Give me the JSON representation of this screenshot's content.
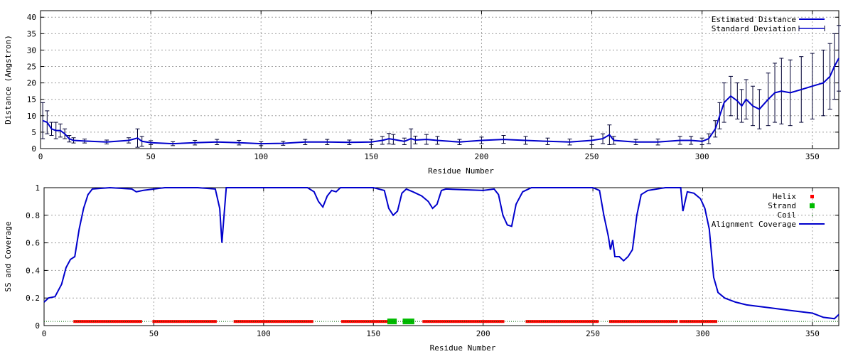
{
  "colors": {
    "distance": "#0000cc",
    "helix": "#ff0000",
    "strand": "#00bb00",
    "coil": "#006600",
    "coverage": "#0000cc",
    "grid": "#a0a0a0"
  },
  "chart_data": [
    {
      "type": "line",
      "xlabel": "Residue Number",
      "ylabel": "Distance (Angstron)",
      "xlim": [
        0,
        362
      ],
      "ylim": [
        0,
        42
      ],
      "xticks": [
        "0",
        "50",
        "100",
        "150",
        "200",
        "250",
        "300",
        "350"
      ],
      "yticks": [
        "0",
        "5",
        "10",
        "15",
        "20",
        "25",
        "30",
        "35",
        "40"
      ],
      "legend_position": "top-right",
      "grid": true,
      "series": [
        {
          "name": "Estimated Distance",
          "style": "line",
          "points": [
            [
              1,
              8.5
            ],
            [
              3,
              8
            ],
            [
              5,
              6
            ],
            [
              7,
              5.5
            ],
            [
              9,
              5.5
            ],
            [
              11,
              4.5
            ],
            [
              13,
              3
            ],
            [
              15,
              2.5
            ],
            [
              20,
              2.3
            ],
            [
              30,
              2
            ],
            [
              40,
              2.5
            ],
            [
              44,
              3.2
            ],
            [
              46,
              2.2
            ],
            [
              50,
              1.8
            ],
            [
              60,
              1.5
            ],
            [
              70,
              1.8
            ],
            [
              80,
              2
            ],
            [
              90,
              1.8
            ],
            [
              100,
              1.5
            ],
            [
              110,
              1.6
            ],
            [
              120,
              2
            ],
            [
              130,
              2
            ],
            [
              140,
              1.9
            ],
            [
              150,
              2
            ],
            [
              155,
              2.5
            ],
            [
              158,
              3
            ],
            [
              160,
              2.8
            ],
            [
              165,
              2.2
            ],
            [
              168,
              3
            ],
            [
              170,
              2.6
            ],
            [
              175,
              2.8
            ],
            [
              180,
              2.5
            ],
            [
              190,
              2
            ],
            [
              200,
              2.5
            ],
            [
              210,
              2.8
            ],
            [
              220,
              2.5
            ],
            [
              230,
              2.2
            ],
            [
              240,
              2
            ],
            [
              250,
              2.5
            ],
            [
              255,
              3
            ],
            [
              258,
              4.2
            ],
            [
              260,
              2.5
            ],
            [
              270,
              2
            ],
            [
              280,
              2
            ],
            [
              290,
              2.5
            ],
            [
              295,
              2.5
            ],
            [
              300,
              2.2
            ],
            [
              303,
              3
            ],
            [
              306,
              6
            ],
            [
              308,
              10
            ],
            [
              310,
              14
            ],
            [
              313,
              16
            ],
            [
              316,
              14.5
            ],
            [
              318,
              13
            ],
            [
              320,
              15
            ],
            [
              323,
              13
            ],
            [
              326,
              12
            ],
            [
              330,
              15
            ],
            [
              333,
              17
            ],
            [
              336,
              17.5
            ],
            [
              340,
              17
            ],
            [
              345,
              18
            ],
            [
              350,
              19
            ],
            [
              355,
              20
            ],
            [
              358,
              22
            ],
            [
              360,
              25
            ],
            [
              362,
              27.5
            ]
          ]
        },
        {
          "name": "Standard Deviation",
          "style": "errorbar",
          "points": [
            [
              1,
              8.5,
              5.5
            ],
            [
              3,
              8,
              3.5
            ],
            [
              5,
              6,
              2
            ],
            [
              7,
              5.5,
              2.5
            ],
            [
              9,
              5.5,
              2
            ],
            [
              11,
              4.5,
              1.5
            ],
            [
              13,
              3,
              1
            ],
            [
              15,
              2.5,
              0.8
            ],
            [
              20,
              2.3,
              0.6
            ],
            [
              30,
              2,
              0.6
            ],
            [
              40,
              2.5,
              0.8
            ],
            [
              44,
              3.2,
              2.8
            ],
            [
              46,
              2.2,
              1.5
            ],
            [
              50,
              1.8,
              0.6
            ],
            [
              60,
              1.5,
              0.6
            ],
            [
              70,
              1.8,
              0.7
            ],
            [
              80,
              2,
              0.8
            ],
            [
              90,
              1.8,
              0.7
            ],
            [
              100,
              1.5,
              0.6
            ],
            [
              110,
              1.6,
              0.6
            ],
            [
              120,
              2,
              0.8
            ],
            [
              130,
              2,
              0.8
            ],
            [
              140,
              1.9,
              0.7
            ],
            [
              150,
              2,
              0.8
            ],
            [
              155,
              2.5,
              1.2
            ],
            [
              158,
              3,
              1.6
            ],
            [
              160,
              2.8,
              1.5
            ],
            [
              165,
              2.2,
              1
            ],
            [
              168,
              3,
              3
            ],
            [
              170,
              2.6,
              1.2
            ],
            [
              175,
              2.8,
              1.5
            ],
            [
              180,
              2.5,
              1.2
            ],
            [
              190,
              2,
              0.8
            ],
            [
              200,
              2.5,
              1
            ],
            [
              210,
              2.8,
              1.2
            ],
            [
              220,
              2.5,
              1.2
            ],
            [
              230,
              2.2,
              1
            ],
            [
              240,
              2,
              0.9
            ],
            [
              250,
              2.5,
              1.3
            ],
            [
              255,
              3,
              1.5
            ],
            [
              258,
              4.2,
              3
            ],
            [
              260,
              2.5,
              1.2
            ],
            [
              270,
              2,
              0.8
            ],
            [
              280,
              2,
              0.9
            ],
            [
              290,
              2.5,
              1.2
            ],
            [
              295,
              2.5,
              1.2
            ],
            [
              300,
              2.2,
              1
            ],
            [
              303,
              3,
              1.5
            ],
            [
              306,
              6,
              2.5
            ],
            [
              308,
              10,
              4
            ],
            [
              310,
              14,
              6
            ],
            [
              313,
              16,
              6
            ],
            [
              316,
              14.5,
              5.5
            ],
            [
              318,
              13,
              5
            ],
            [
              320,
              15,
              6
            ],
            [
              323,
              13,
              6
            ],
            [
              326,
              12,
              6
            ],
            [
              330,
              15,
              8
            ],
            [
              333,
              17,
              9
            ],
            [
              336,
              17.5,
              10
            ],
            [
              340,
              17,
              10
            ],
            [
              345,
              18,
              10
            ],
            [
              350,
              19,
              10
            ],
            [
              355,
              20,
              10
            ],
            [
              358,
              22,
              10
            ],
            [
              360,
              25,
              10
            ],
            [
              362,
              27.5,
              10
            ]
          ]
        }
      ]
    },
    {
      "type": "line",
      "xlabel": "Residue Number",
      "ylabel": "SS and Coverage",
      "xlim": [
        0,
        362
      ],
      "ylim": [
        0,
        1
      ],
      "xticks": [
        "0",
        "50",
        "100",
        "150",
        "200",
        "250",
        "300",
        "350"
      ],
      "yticks": [
        "0",
        "0.2",
        "0.4",
        "0.6",
        "0.8",
        "1"
      ],
      "legend_position": "top-right",
      "grid": true,
      "ss_level": 0.03,
      "series": [
        {
          "name": "Helix",
          "style": "markers",
          "ranges": [
            [
              14,
              44
            ],
            [
              50,
              78
            ],
            [
              87,
              122
            ],
            [
              136,
              156
            ],
            [
              173,
              209
            ],
            [
              220,
              252
            ],
            [
              258,
              288
            ],
            [
              290,
              306
            ]
          ]
        },
        {
          "name": "Strand",
          "style": "markers",
          "ranges": [
            [
              157,
              160
            ],
            [
              164,
              168
            ]
          ]
        },
        {
          "name": "Coil",
          "style": "dots",
          "x": [
            0,
            362
          ]
        },
        {
          "name": "Alignment Coverage",
          "style": "line",
          "points": [
            [
              0,
              0.17
            ],
            [
              2,
              0.2
            ],
            [
              5,
              0.21
            ],
            [
              8,
              0.3
            ],
            [
              10,
              0.42
            ],
            [
              12,
              0.48
            ],
            [
              14,
              0.5
            ],
            [
              16,
              0.7
            ],
            [
              18,
              0.85
            ],
            [
              20,
              0.95
            ],
            [
              22,
              0.99
            ],
            [
              30,
              1
            ],
            [
              40,
              0.99
            ],
            [
              42,
              0.97
            ],
            [
              45,
              0.98
            ],
            [
              50,
              0.99
            ],
            [
              55,
              1
            ],
            [
              70,
              1
            ],
            [
              78,
              0.99
            ],
            [
              80,
              0.85
            ],
            [
              81,
              0.6
            ],
            [
              82,
              0.8
            ],
            [
              83,
              1
            ],
            [
              120,
              1
            ],
            [
              123,
              0.97
            ],
            [
              125,
              0.9
            ],
            [
              127,
              0.86
            ],
            [
              129,
              0.94
            ],
            [
              131,
              0.98
            ],
            [
              133,
              0.97
            ],
            [
              135,
              1
            ],
            [
              150,
              1
            ],
            [
              155,
              0.98
            ],
            [
              157,
              0.85
            ],
            [
              159,
              0.8
            ],
            [
              161,
              0.83
            ],
            [
              163,
              0.96
            ],
            [
              165,
              0.99
            ],
            [
              168,
              0.97
            ],
            [
              172,
              0.94
            ],
            [
              175,
              0.9
            ],
            [
              177,
              0.85
            ],
            [
              179,
              0.88
            ],
            [
              181,
              0.98
            ],
            [
              183,
              0.99
            ],
            [
              200,
              0.98
            ],
            [
              205,
              0.99
            ],
            [
              207,
              0.95
            ],
            [
              209,
              0.8
            ],
            [
              211,
              0.73
            ],
            [
              213,
              0.72
            ],
            [
              215,
              0.88
            ],
            [
              218,
              0.97
            ],
            [
              222,
              1
            ],
            [
              250,
              1
            ],
            [
              253,
              0.98
            ],
            [
              255,
              0.8
            ],
            [
              257,
              0.65
            ],
            [
              258,
              0.55
            ],
            [
              259,
              0.62
            ],
            [
              260,
              0.5
            ],
            [
              262,
              0.5
            ],
            [
              264,
              0.47
            ],
            [
              266,
              0.5
            ],
            [
              268,
              0.55
            ],
            [
              270,
              0.8
            ],
            [
              272,
              0.95
            ],
            [
              275,
              0.98
            ],
            [
              283,
              1
            ],
            [
              290,
              1
            ],
            [
              291,
              0.83
            ],
            [
              293,
              0.97
            ],
            [
              296,
              0.96
            ],
            [
              299,
              0.92
            ],
            [
              301,
              0.85
            ],
            [
              303,
              0.7
            ],
            [
              305,
              0.35
            ],
            [
              307,
              0.24
            ],
            [
              310,
              0.2
            ],
            [
              315,
              0.17
            ],
            [
              320,
              0.15
            ],
            [
              330,
              0.13
            ],
            [
              340,
              0.11
            ],
            [
              350,
              0.09
            ],
            [
              355,
              0.06
            ],
            [
              360,
              0.05
            ],
            [
              362,
              0.08
            ]
          ]
        }
      ]
    }
  ]
}
